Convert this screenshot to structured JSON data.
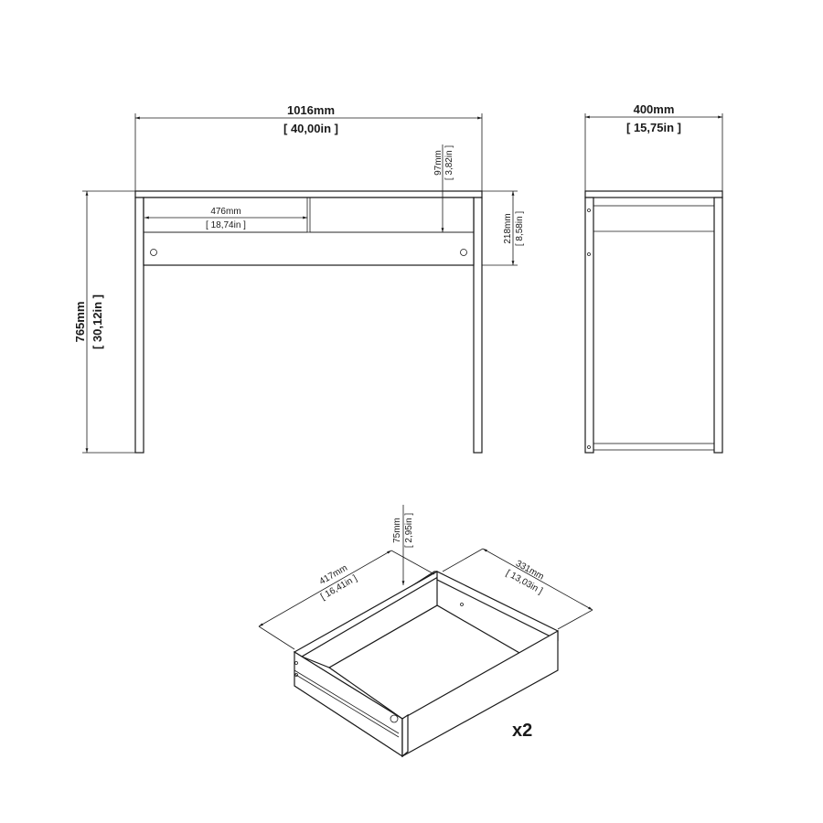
{
  "front_view": {
    "width_mm": "1016mm",
    "width_in": "[ 40,00in ]",
    "height_mm": "765mm",
    "height_in": "[ 30,12in ]",
    "drawer_width_mm": "476mm",
    "drawer_width_in": "[ 18,74in ]",
    "drawer_height_mm": "97mm",
    "drawer_height_in": "[ 3,82in ]",
    "apron_height_mm": "218mm",
    "apron_height_in": "[ 8,58in ]"
  },
  "side_view": {
    "depth_mm": "400mm",
    "depth_in": "[ 15,75in ]"
  },
  "drawer": {
    "length_mm": "417mm",
    "length_in": "[ 16,41in ]",
    "width_mm": "331mm",
    "width_in": "[ 13,03in ]",
    "height_mm": "75mm",
    "height_in": "[ 2,95in ]",
    "quantity": "x2"
  },
  "colors": {
    "line": "#1a1a1a",
    "background": "#ffffff"
  }
}
